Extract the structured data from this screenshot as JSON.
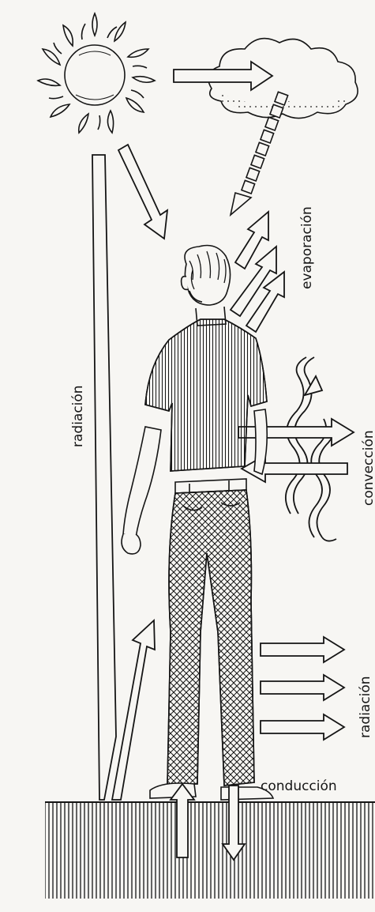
{
  "labels": {
    "radiacion_sun": "radiación",
    "evaporacion": "evaporación",
    "conveccion": "convección",
    "radiacion_body": "radiación",
    "conduccion": "conducción"
  },
  "colors": {
    "ink": "#151515",
    "paper": "#f7f6f3"
  }
}
